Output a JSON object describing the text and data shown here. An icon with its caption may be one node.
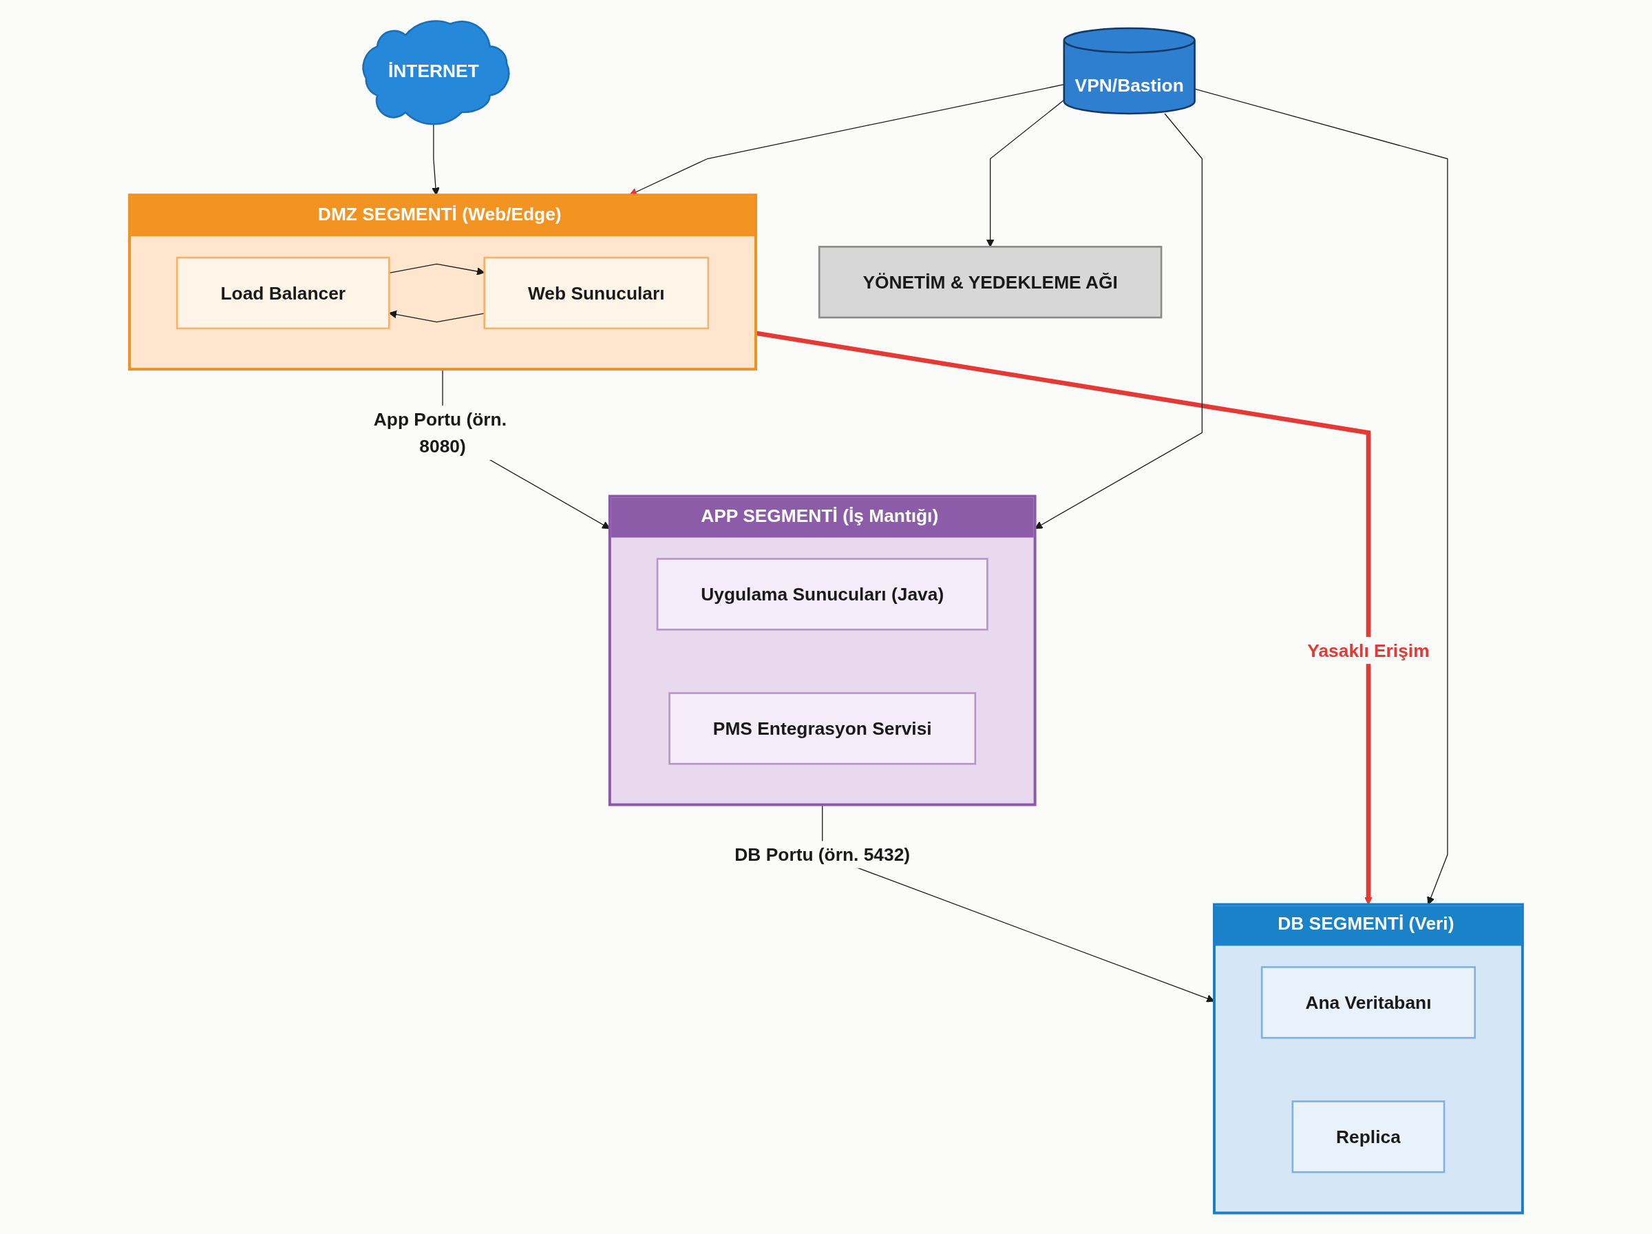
{
  "diagram": {
    "nodes": [
      {
        "text": [
          "İNTERNET"
        ]
      },
      {
        "text": [
          "DMZ SEGMENTİ (Web/Edge)"
        ]
      },
      {
        "text": [
          "Load Balancer"
        ],
        "in": 1
      },
      {
        "text": [
          "Web Sunucuları"
        ],
        "in": 1
      },
      {
        "text": [
          "APP SEGMENTİ (İş Mantığı)"
        ]
      },
      {
        "text": [
          "Uygulama Sunucuları (Java)"
        ],
        "in": 4
      },
      {
        "text": [
          "PMS Entegrasyon Servisi"
        ],
        "in": 4
      },
      {
        "text": [
          "DB SEGMENTİ (Veri)"
        ]
      },
      {
        "text": [
          "Ana Veritabanı"
        ],
        "in": 7
      },
      {
        "text": [
          "Replica"
        ],
        "in": 7
      },
      {
        "text": [
          "VPN/Bastion"
        ]
      },
      {
        "text": [
          "YÖNETİM & YEDEKLEME AĞI"
        ]
      }
    ],
    "edges": [
      {
        "from": 0,
        "to": 1,
        "arrow": "to"
      },
      {
        "from": 3,
        "to": 2,
        "arrow": "to"
      },
      {
        "from": 2,
        "to": 3,
        "arrow": "to"
      },
      {
        "from": 1,
        "to": 4,
        "arrow": "to",
        "label": "App Portu (örn. 8080)"
      },
      {
        "from": 4,
        "to": 7,
        "arrow": "to",
        "label": "DB Portu (örn. 5432)"
      },
      {
        "from": 1,
        "to": 7,
        "arrow": "to",
        "label": "Yasaklı Erişim",
        "style": "thick",
        "color": "#e53935"
      },
      {
        "from": 10,
        "to": 1,
        "arrow": "to"
      },
      {
        "from": 10,
        "to": 4,
        "arrow": "to"
      },
      {
        "from": 10,
        "to": 7,
        "arrow": "to"
      },
      {
        "from": 10,
        "to": 11,
        "arrow": "to"
      }
    ]
  }
}
